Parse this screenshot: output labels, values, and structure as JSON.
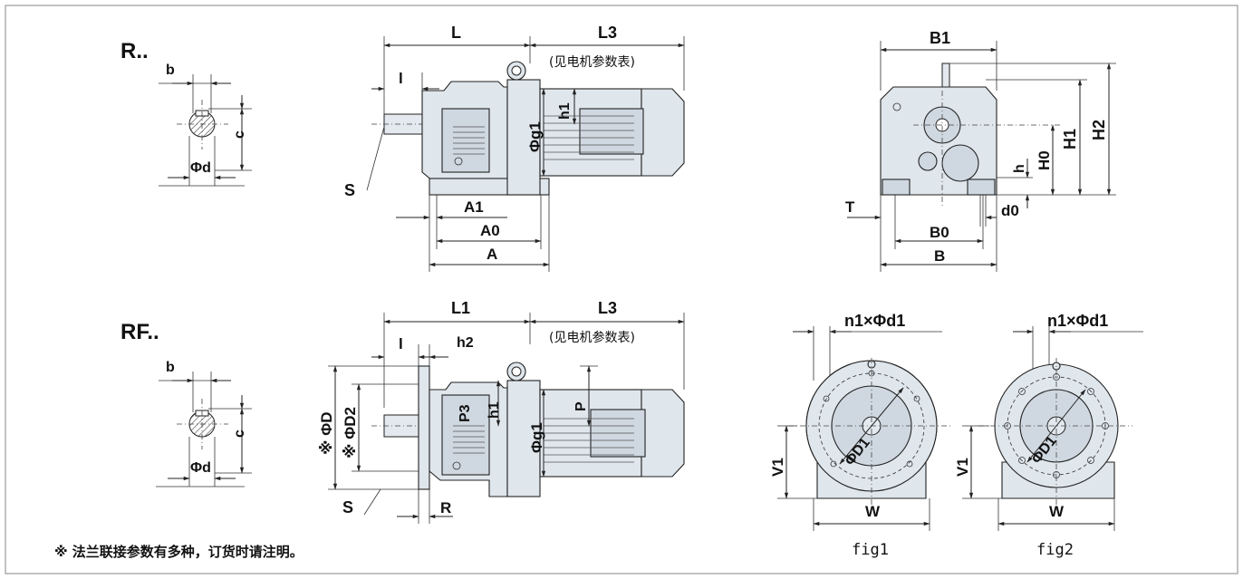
{
  "models": {
    "r": "R..",
    "rf": "RF.."
  },
  "shaft_section": {
    "b": "b",
    "c": "c",
    "d": "Φd"
  },
  "r_side": {
    "L": "L",
    "L3": "L3",
    "motor_note": "(见电机参数表)",
    "l": "l",
    "S": "S",
    "h1": "h1",
    "g1": "Φg1",
    "A1": "A1",
    "A0": "A0",
    "A": "A"
  },
  "r_end": {
    "B1": "B1",
    "H2": "H2",
    "H1": "H1",
    "H0": "H0",
    "h": "h",
    "T": "T",
    "d0": "d0",
    "B0": "B0",
    "B": "B"
  },
  "rf_side": {
    "L1": "L1",
    "L3": "L3",
    "motor_note": "(见电机参数表)",
    "l": "l",
    "h2": "h2",
    "D": "※ ΦD",
    "D2": "※ ΦD2",
    "P3": "P3",
    "h1": "h1",
    "g1": "Φg1",
    "P": "P",
    "S": "S",
    "R": "R"
  },
  "flange_views": [
    {
      "n1d1": "n1×Φd1",
      "D1": "ΦD1",
      "V1": "V1",
      "W": "W",
      "caption": "fig1"
    },
    {
      "n1d1": "n1×Φd1",
      "D1": "ΦD1",
      "V1": "V1",
      "W": "W",
      "caption": "fig2"
    }
  ],
  "footnote": "※ 法兰联接参数有多种，订货时请注明。",
  "colors": {
    "body_fill": "#dfe6ec",
    "frame": "#9a9a9a",
    "ink": "#111111"
  }
}
